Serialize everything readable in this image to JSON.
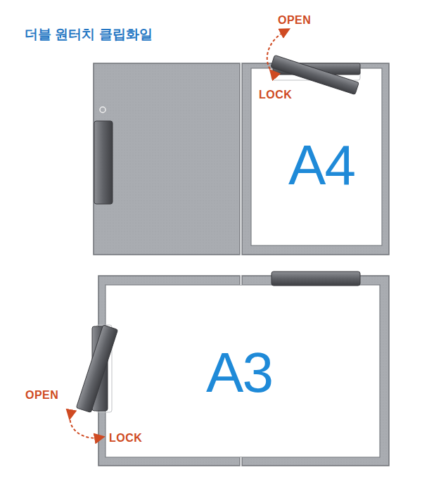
{
  "diagram": {
    "title": "더블 원터치 클립화일",
    "nodes": [
      {
        "text": [
          "A4"
        ]
      },
      {
        "text": [
          "A3"
        ]
      }
    ],
    "labels": [
      "OPEN",
      "LOCK",
      "OPEN",
      "LOCK"
    ]
  }
}
